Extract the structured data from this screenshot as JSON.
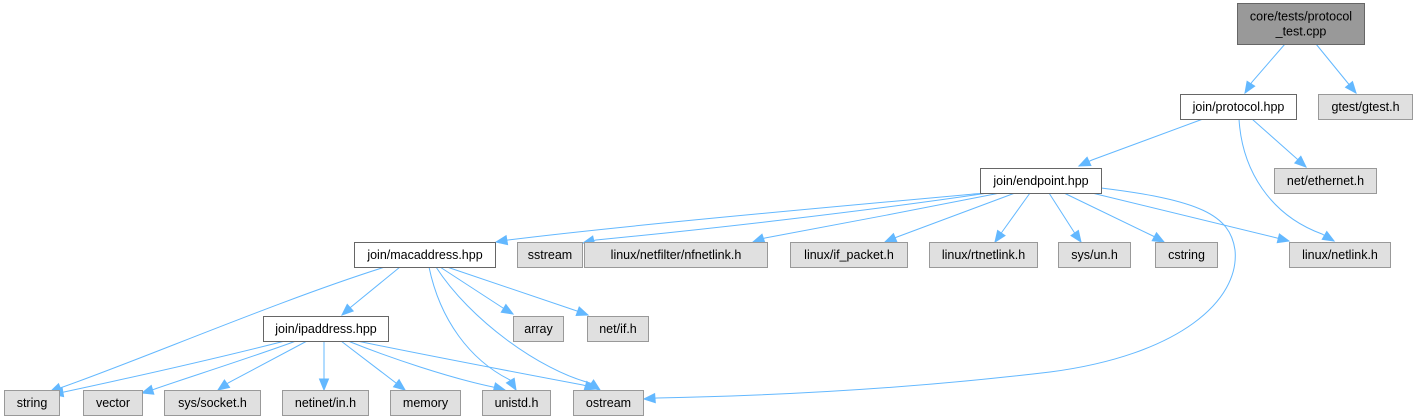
{
  "diagram": {
    "type": "include-dependency-graph",
    "colors": {
      "root_fill": "#999999",
      "root_stroke": "#666666",
      "project_fill": "#ffffff",
      "project_stroke": "#666666",
      "system_fill": "#e0e0e0",
      "system_stroke": "#999999",
      "edge": "#63b8ff"
    },
    "nodes": [
      {
        "id": "root",
        "kind": "root",
        "lines": [
          "core/tests/protocol",
          "_test.cpp"
        ]
      },
      {
        "id": "protocol",
        "kind": "project",
        "lines": [
          "join/protocol.hpp"
        ]
      },
      {
        "id": "gtest",
        "kind": "system",
        "lines": [
          "gtest/gtest.h"
        ]
      },
      {
        "id": "endpoint",
        "kind": "project",
        "lines": [
          "join/endpoint.hpp"
        ]
      },
      {
        "id": "ethernet",
        "kind": "system",
        "lines": [
          "net/ethernet.h"
        ]
      },
      {
        "id": "macaddress",
        "kind": "project",
        "lines": [
          "join/macaddress.hpp"
        ]
      },
      {
        "id": "sstream",
        "kind": "system",
        "lines": [
          "sstream"
        ]
      },
      {
        "id": "nfnetlink",
        "kind": "system",
        "lines": [
          "linux/netfilter/nfnetlink.h"
        ]
      },
      {
        "id": "if_packet",
        "kind": "system",
        "lines": [
          "linux/if_packet.h"
        ]
      },
      {
        "id": "rtnetlink",
        "kind": "system",
        "lines": [
          "linux/rtnetlink.h"
        ]
      },
      {
        "id": "sys_un",
        "kind": "system",
        "lines": [
          "sys/un.h"
        ]
      },
      {
        "id": "cstring",
        "kind": "system",
        "lines": [
          "cstring"
        ]
      },
      {
        "id": "netlink",
        "kind": "system",
        "lines": [
          "linux/netlink.h"
        ]
      },
      {
        "id": "ipaddress",
        "kind": "project",
        "lines": [
          "join/ipaddress.hpp"
        ]
      },
      {
        "id": "array",
        "kind": "system",
        "lines": [
          "array"
        ]
      },
      {
        "id": "net_if",
        "kind": "system",
        "lines": [
          "net/if.h"
        ]
      },
      {
        "id": "string",
        "kind": "system",
        "lines": [
          "string"
        ]
      },
      {
        "id": "vector",
        "kind": "system",
        "lines": [
          "vector"
        ]
      },
      {
        "id": "sys_socket",
        "kind": "system",
        "lines": [
          "sys/socket.h"
        ]
      },
      {
        "id": "netinet_in",
        "kind": "system",
        "lines": [
          "netinet/in.h"
        ]
      },
      {
        "id": "memory",
        "kind": "system",
        "lines": [
          "memory"
        ]
      },
      {
        "id": "unistd",
        "kind": "system",
        "lines": [
          "unistd.h"
        ]
      },
      {
        "id": "ostream",
        "kind": "system",
        "lines": [
          "ostream"
        ]
      }
    ],
    "edges": [
      {
        "from": "root",
        "to": "protocol"
      },
      {
        "from": "root",
        "to": "gtest"
      },
      {
        "from": "protocol",
        "to": "endpoint"
      },
      {
        "from": "protocol",
        "to": "ethernet"
      },
      {
        "from": "protocol",
        "to": "netlink"
      },
      {
        "from": "endpoint",
        "to": "macaddress"
      },
      {
        "from": "endpoint",
        "to": "sstream"
      },
      {
        "from": "endpoint",
        "to": "nfnetlink"
      },
      {
        "from": "endpoint",
        "to": "if_packet"
      },
      {
        "from": "endpoint",
        "to": "rtnetlink"
      },
      {
        "from": "endpoint",
        "to": "sys_un"
      },
      {
        "from": "endpoint",
        "to": "cstring"
      },
      {
        "from": "endpoint",
        "to": "netlink"
      },
      {
        "from": "endpoint",
        "to": "ostream"
      },
      {
        "from": "macaddress",
        "to": "ipaddress"
      },
      {
        "from": "macaddress",
        "to": "array"
      },
      {
        "from": "macaddress",
        "to": "net_if"
      },
      {
        "from": "macaddress",
        "to": "string"
      },
      {
        "from": "macaddress",
        "to": "unistd"
      },
      {
        "from": "macaddress",
        "to": "ostream"
      },
      {
        "from": "ipaddress",
        "to": "string"
      },
      {
        "from": "ipaddress",
        "to": "vector"
      },
      {
        "from": "ipaddress",
        "to": "sys_socket"
      },
      {
        "from": "ipaddress",
        "to": "netinet_in"
      },
      {
        "from": "ipaddress",
        "to": "memory"
      },
      {
        "from": "ipaddress",
        "to": "unistd"
      },
      {
        "from": "ipaddress",
        "to": "ostream"
      }
    ]
  }
}
